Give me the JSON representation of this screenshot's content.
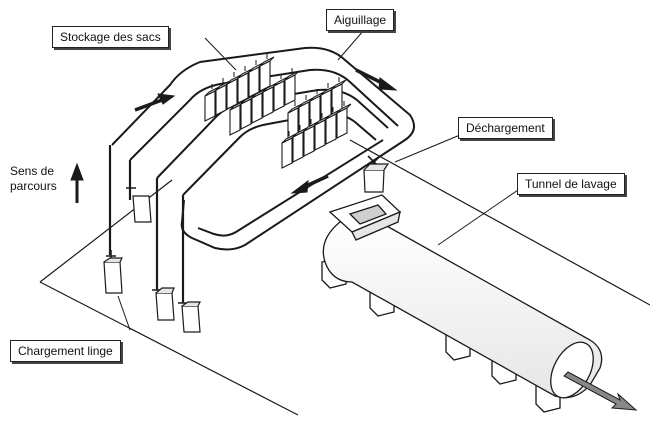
{
  "labels": {
    "bag_storage": "Stockage des sacs",
    "switch": "Aiguillage",
    "unloading": "Déchargement",
    "travel_direction_line1": "Sens de",
    "travel_direction_line2": "parcours",
    "wash_tunnel": "Tunnel de lavage",
    "linen_loading": "Chargement linge"
  },
  "colors": {
    "line": "#1a1a1a",
    "fill": "#ffffff",
    "shade": "#d9d9d9"
  }
}
